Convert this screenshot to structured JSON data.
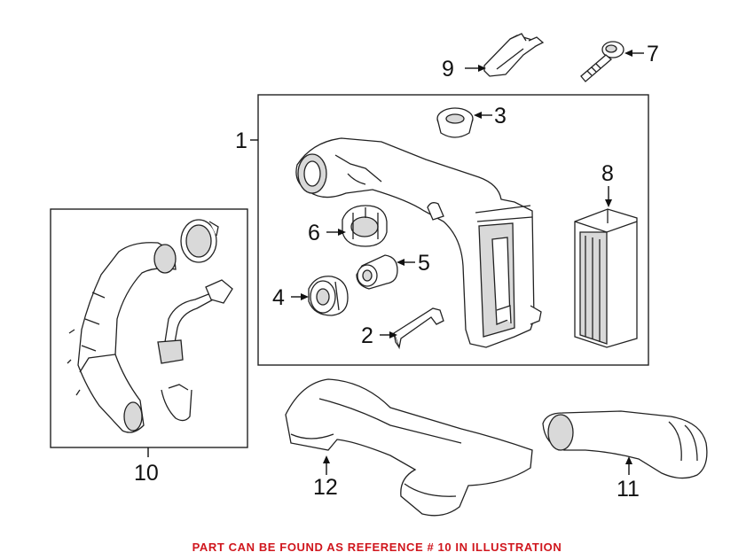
{
  "callouts": [
    "1",
    "2",
    "3",
    "4",
    "5",
    "6",
    "7",
    "8",
    "9",
    "10",
    "11",
    "12"
  ],
  "footer_note": "PART CAN BE FOUND AS REFERENCE # 10 IN ILLUSTRATION",
  "colors": {
    "note": "#d0161d",
    "lines": "#222222"
  }
}
